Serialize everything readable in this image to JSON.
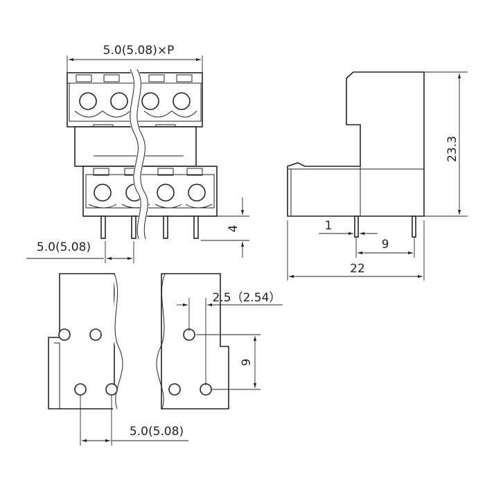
{
  "diagram": {
    "front_view": {
      "pitch_times_poles_label": "5.0(5.08)×P",
      "pin_pitch_label": "5.0(5.08)",
      "pin_length_label": "4"
    },
    "side_view": {
      "height_label": "23.3",
      "pin_width_label": "1",
      "pin_spacing_label": "9",
      "depth_label": "22"
    },
    "footprint": {
      "hole_pitch_label": "5.0(5.08)",
      "row_offset_label": "2.5（2.54）",
      "row_spacing_label": "9"
    }
  }
}
